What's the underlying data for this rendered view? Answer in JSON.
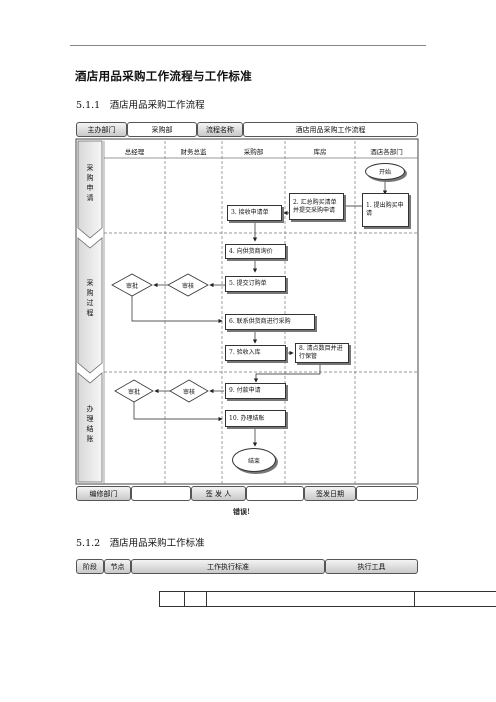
{
  "title": "酒店用品采购工作流程与工作标准",
  "section1": "5.1.1　酒店用品采购工作流程",
  "section2": "5.1.2　酒店用品采购工作标准",
  "header": {
    "dept_label": "主办部门",
    "dept_value": "采购部",
    "flow_label": "流程名称",
    "flow_value": "酒店用品采购工作流程"
  },
  "lanes": [
    "总经理",
    "财务总监",
    "采购部",
    "库房",
    "酒店各部门"
  ],
  "phases": [
    "采购申请",
    "采购过程",
    "办理结账"
  ],
  "steps": {
    "start": "开始",
    "s1": "1. 提出购买申请",
    "s2": "2. 汇总购买清单并提交采购申请",
    "s3": "3. 接收申请单",
    "s4": "4. 向供货商询价",
    "s5": "5. 提交订购单",
    "s6": "6. 联系供货商进行采购",
    "s7": "7. 验收入库",
    "s8": "8. 清点数目并进行保管",
    "s9": "9. 付款申请",
    "s10": "10. 办理结账",
    "end": "结束",
    "approve1": "审批",
    "review1": "审核",
    "approve2": "审批",
    "review2": "审核"
  },
  "footer": {
    "dept_label": "编修部门",
    "sign_label": "签 发 人",
    "date_label": "签发日期"
  },
  "error": "错误!",
  "std_header": [
    "阶段",
    "节点",
    "工作执行标准",
    "执行工具"
  ]
}
